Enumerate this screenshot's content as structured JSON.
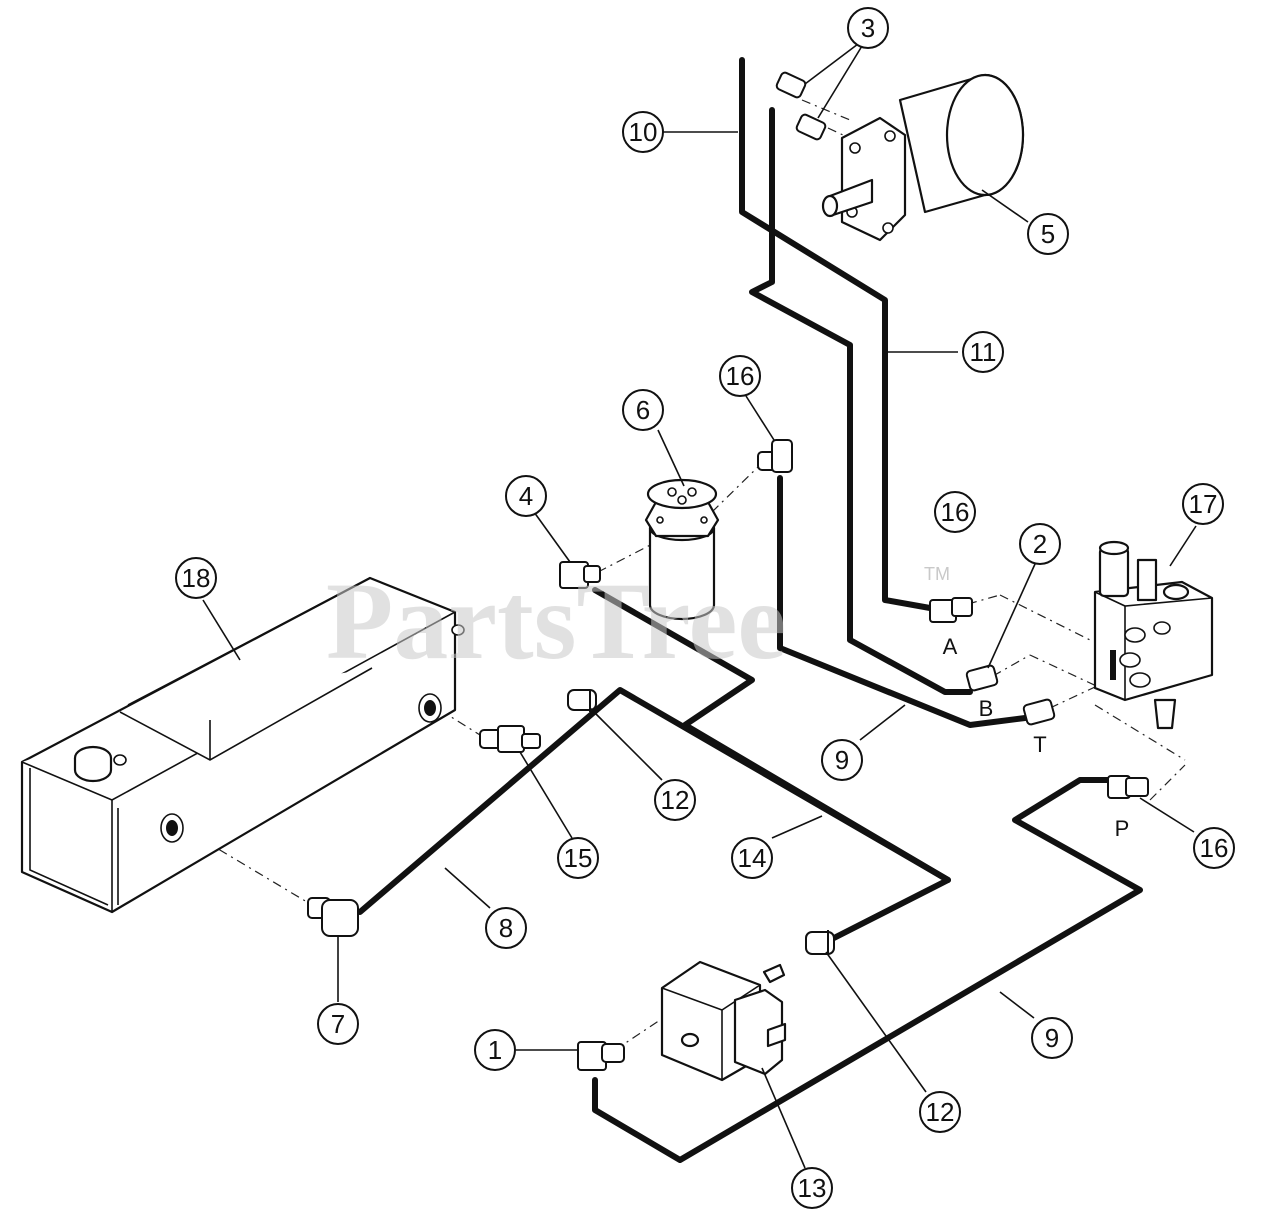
{
  "watermark": {
    "text": "PartsTree",
    "trademark": "TM"
  },
  "callouts": [
    {
      "id": "c3",
      "label": "3"
    },
    {
      "id": "c10",
      "label": "10"
    },
    {
      "id": "c5",
      "label": "5"
    },
    {
      "id": "c11",
      "label": "11"
    },
    {
      "id": "c16a",
      "label": "16"
    },
    {
      "id": "c6",
      "label": "6"
    },
    {
      "id": "c4",
      "label": "4"
    },
    {
      "id": "c16b",
      "label": "16"
    },
    {
      "id": "c2",
      "label": "2"
    },
    {
      "id": "c17",
      "label": "17"
    },
    {
      "id": "c18",
      "label": "18"
    },
    {
      "id": "c12a",
      "label": "12"
    },
    {
      "id": "c15",
      "label": "15"
    },
    {
      "id": "c9a",
      "label": "9"
    },
    {
      "id": "c14",
      "label": "14"
    },
    {
      "id": "c16c",
      "label": "16"
    },
    {
      "id": "c8",
      "label": "8"
    },
    {
      "id": "c7",
      "label": "7"
    },
    {
      "id": "c9b",
      "label": "9"
    },
    {
      "id": "c1",
      "label": "1"
    },
    {
      "id": "c12b",
      "label": "12"
    },
    {
      "id": "c13",
      "label": "13"
    }
  ],
  "ports": {
    "a": "A",
    "b": "B",
    "t": "T",
    "p": "P"
  }
}
